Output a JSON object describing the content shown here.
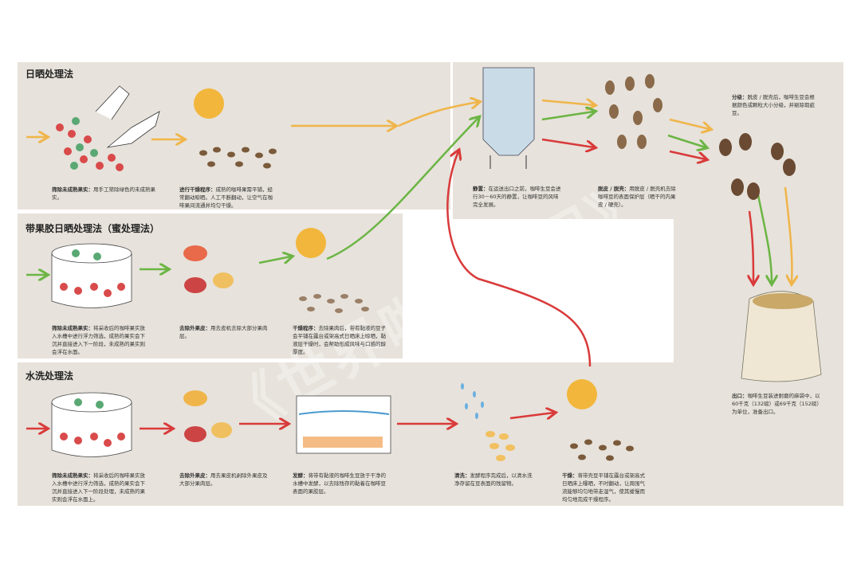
{
  "watermark": "《世界咖啡地图》",
  "colors": {
    "panel": "#e7e2db",
    "orange": "#f0b54a",
    "green": "#6bb544",
    "red": "#d93a3a"
  },
  "natural": {
    "title": "日晒处理法",
    "steps": [
      {
        "label": "筛除未成熟果实：",
        "text": "用手工筛除绿色的未成熟果实。"
      },
      {
        "label": "进行干燥程序：",
        "text": "成熟的咖啡果需平铺，经常翻动晾晒。人工不断翻动，让空气在咖啡果间流通并均匀干燥。"
      }
    ]
  },
  "honey": {
    "title": "带果胶日晒处理法（蜜处理法）",
    "steps": [
      {
        "label": "筛除未成熟果实：",
        "text": "将采收后的咖啡果实放入水槽中进行浮力筛选，成熟的果实会下沉并直接进入下一阶段，未成熟的果实则会浮在水面。"
      },
      {
        "label": "去除外果皮：",
        "text": "用去皮机去除大部分果肉层。"
      },
      {
        "label": "干燥程序：",
        "text": "去除果肉后，带有黏液的豆子会平铺在露台或架高式日晒床上晾晒，黏液层干燥时，会帮助形成风味与口感的醇厚度。"
      }
    ]
  },
  "washed": {
    "title": "水洗处理法",
    "steps": [
      {
        "label": "筛除未成熟果实：",
        "text": "将采收后的咖啡果实放入水槽中进行浮力筛选，成熟的果实会下沉并直接进入下一阶段处理，未成熟的果实则会浮在水面上。"
      },
      {
        "label": "去除外果皮：",
        "text": "用去果皮机剥除外果皮及大部分果肉层。"
      },
      {
        "label": "发酵：",
        "text": "将带有黏液的咖啡生豆放于干净的水槽中发酵，以去除残存的黏着在咖啡豆表面的果胶层。"
      },
      {
        "label": "清洗：",
        "text": "发酵程序完成后，以清水洗净存留在豆表面的残留物。"
      },
      {
        "label": "干燥：",
        "text": "将带壳豆平铺在露台或架高式日晒床上曝晒，不时翻动，让周围气流能够均匀地带走湿气，使其缓慢而均匀地完成干燥程序。"
      }
    ]
  },
  "final": {
    "steps": [
      {
        "label": "静置：",
        "text": "在运送出口之前，咖啡生豆会进行30－60天的静置，让咖啡豆的风味完全发展。"
      },
      {
        "label": "脱皮 / 脱壳：",
        "text": "用脱皮 / 脱壳机去除咖啡豆的表面保护层（晒干的内果皮 / 硬壳）。"
      },
      {
        "label": "分级：",
        "text": "脱皮 / 脱壳后，咖啡生豆会根据颜色或颗粒大小分级，并剔除瑕疵豆。"
      },
      {
        "label": "出口：",
        "text": "咖啡生豆装进耐磨的麻袋中，以60千克（132磅）或69千克（152磅）为单位，准备出口。"
      }
    ]
  }
}
